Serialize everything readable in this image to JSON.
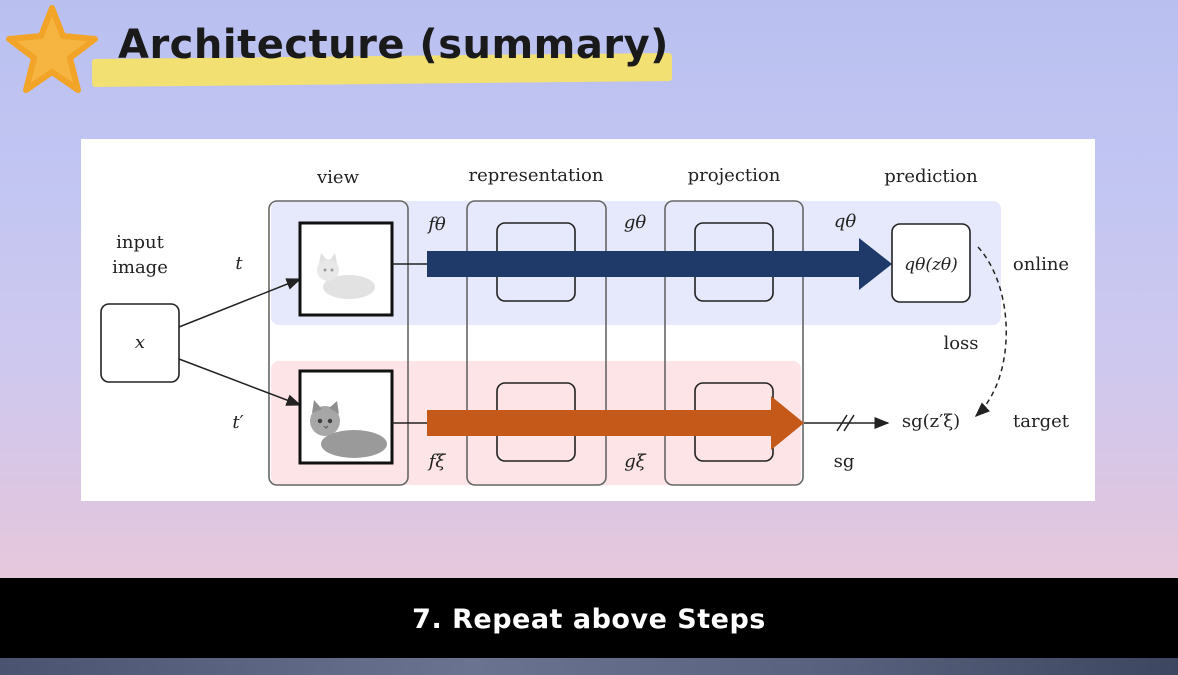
{
  "slide": {
    "title": "Architecture (summary)",
    "caption": "7. Repeat above Steps"
  },
  "diagram": {
    "stage_headers": {
      "view": "view",
      "representation": "representation",
      "projection": "projection",
      "prediction": "prediction"
    },
    "input_label_line1": "input",
    "input_label_line2": "image",
    "input_var": "x",
    "aug_online": "t",
    "aug_target": "t′",
    "enc_online": "fθ",
    "enc_target": "fξ",
    "proj_online": "gθ",
    "proj_target": "gξ",
    "pred_online": "qθ",
    "pred_output": "qθ(zθ)",
    "target_output": "sg(z′ξ)",
    "stop_grad": "sg",
    "loss": "loss",
    "branch_online": "online",
    "branch_target": "target",
    "colors": {
      "online_band": "#e6e8fb",
      "target_band": "#fde4e6",
      "online_arrow": "#1f3a68",
      "target_arrow": "#c4591a"
    }
  }
}
